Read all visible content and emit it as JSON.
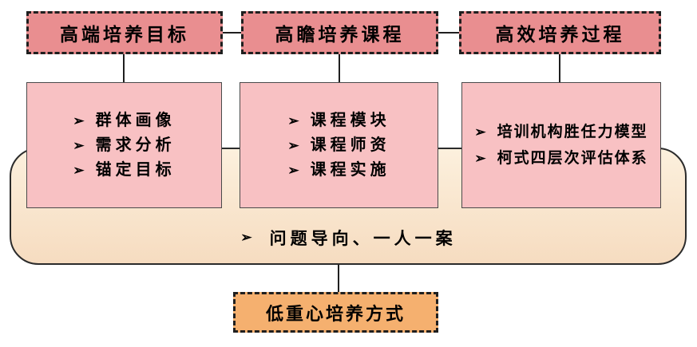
{
  "diagram": {
    "bullet": "➢",
    "top_row": [
      {
        "label": "高端培养目标"
      },
      {
        "label": "高瞻培养课程"
      },
      {
        "label": "高效培养过程"
      }
    ],
    "detail_row": [
      {
        "items": [
          "群体画像",
          "需求分析",
          "锚定目标"
        ]
      },
      {
        "items": [
          "课程模块",
          "课程师资",
          "课程实施"
        ]
      },
      {
        "items": [
          "培训机构胜任力模型",
          "柯式四层次评估体系"
        ]
      }
    ],
    "container_caption": "问题导向、一人一案",
    "bottom_box_label": "低重心培养方式",
    "colors": {
      "top_box_fill": "#E98E90",
      "top_box_border": "#1F1F1F",
      "detail_box_fill": "#F8C1C3",
      "detail_box_border": "#4A4A4A",
      "container_fill_top": "#FCF0DD",
      "container_fill_bottom": "#F6DCC0",
      "container_border": "#2B2B2B",
      "bottom_box_fill": "#F5B06F",
      "connector": "#1F1F1F",
      "text": "#000000"
    }
  }
}
